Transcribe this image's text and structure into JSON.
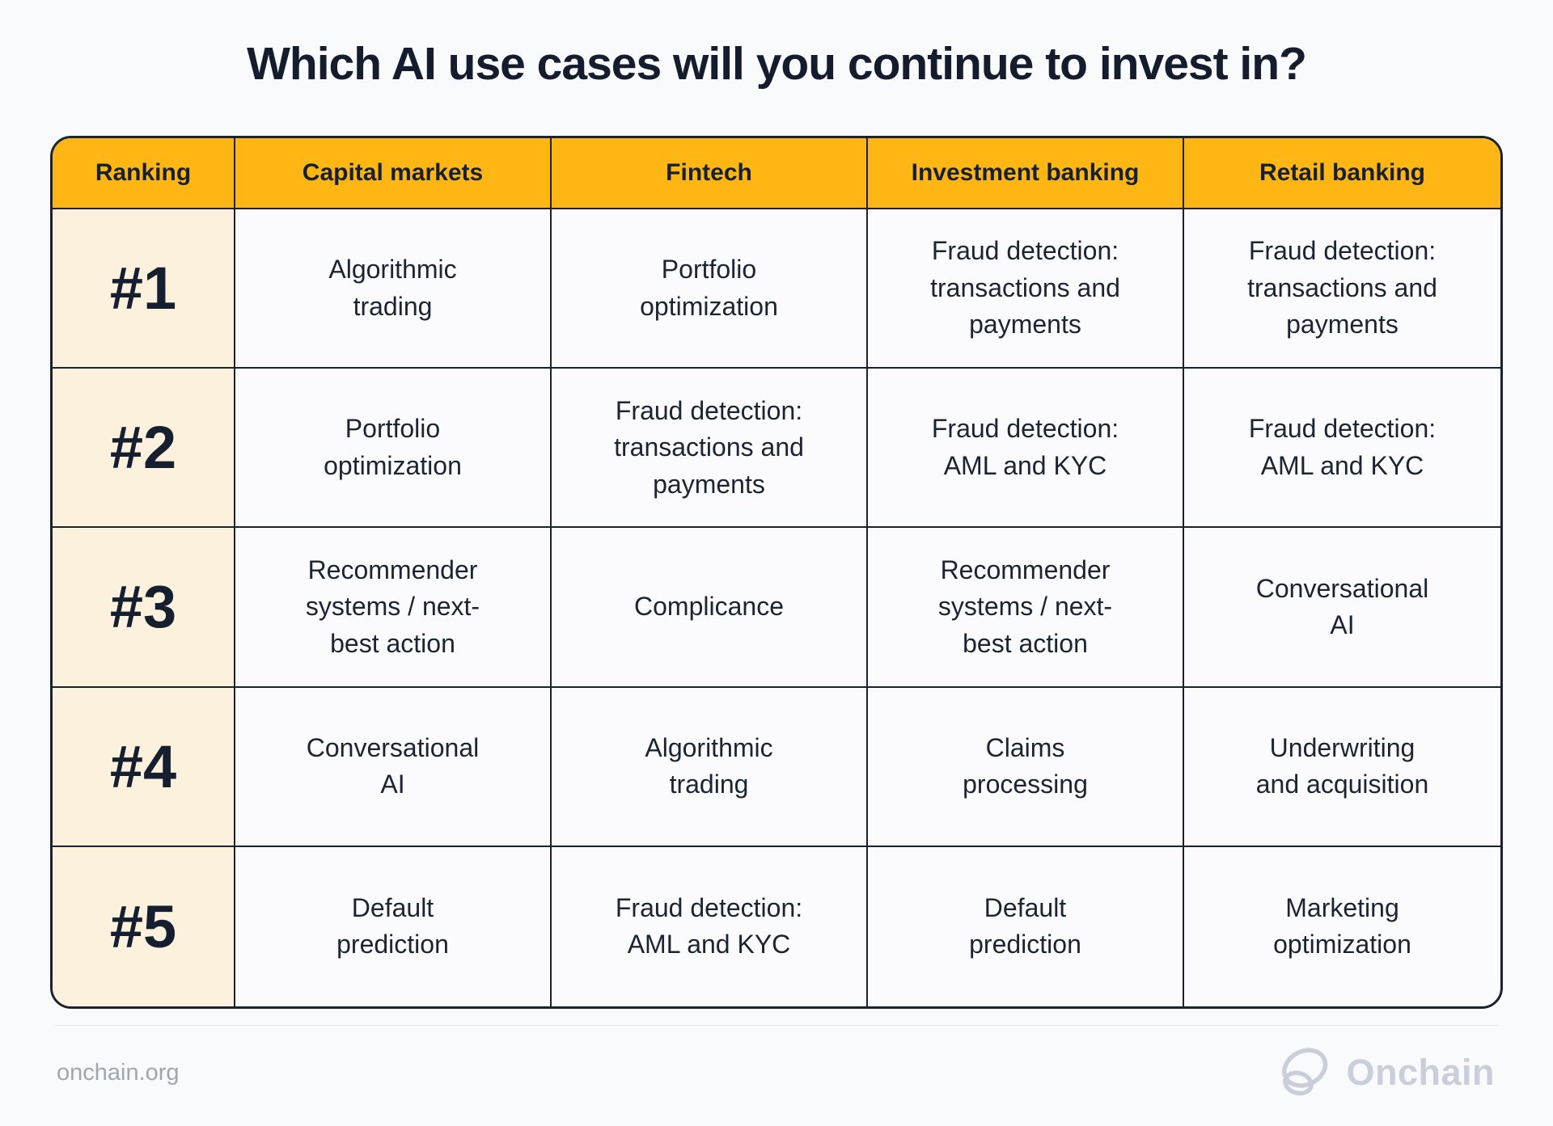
{
  "title": "Which AI use cases will you continue to invest in?",
  "chart_data": {
    "type": "table",
    "title": "Which AI use cases will you continue to invest in?",
    "columns": [
      "Ranking",
      "Capital markets",
      "Fintech",
      "Investment banking",
      "Retail banking"
    ],
    "rows": [
      [
        "#1",
        "Algorithmic trading",
        "Portfolio optimization",
        "Fraud detection: transactions and payments",
        "Fraud detection: transactions and payments"
      ],
      [
        "#2",
        "Portfolio optimization",
        "Fraud detection: transactions and payments",
        "Fraud detection: AML and KYC",
        "Fraud detection: AML and KYC"
      ],
      [
        "#3",
        "Recommender systems / next-best action",
        "Complicance",
        "Recommender systems / next-best action",
        "Conversational AI"
      ],
      [
        "#4",
        "Conversational AI",
        "Algorithmic trading",
        "Claims processing",
        "Underwriting and acquisition"
      ],
      [
        "#5",
        "Default prediction",
        "Fraud detection: AML and KYC",
        "Default prediction",
        "Marketing optimization"
      ]
    ]
  },
  "table": {
    "headers": [
      "Ranking",
      "Capital markets",
      "Fintech",
      "Investment banking",
      "Retail banking"
    ],
    "rows": [
      {
        "rank": "#1",
        "cells": [
          "Algorithmic\ntrading",
          "Portfolio\noptimization",
          "Fraud detection:\ntransactions and\npayments",
          "Fraud detection:\ntransactions and\npayments"
        ]
      },
      {
        "rank": "#2",
        "cells": [
          "Portfolio\noptimization",
          "Fraud detection:\ntransactions and\npayments",
          "Fraud detection:\nAML and KYC",
          "Fraud detection:\nAML and KYC"
        ]
      },
      {
        "rank": "#3",
        "cells": [
          "Recommender\nsystems / next-\nbest action",
          "Complicance",
          "Recommender\nsystems / next-\nbest action",
          "Conversational\nAI"
        ]
      },
      {
        "rank": "#4",
        "cells": [
          "Conversational\nAI",
          "Algorithmic\ntrading",
          "Claims\nprocessing",
          "Underwriting\nand acquisition"
        ]
      },
      {
        "rank": "#5",
        "cells": [
          "Default\nprediction",
          "Fraud detection:\nAML and KYC",
          "Default\nprediction",
          "Marketing\noptimization"
        ]
      }
    ]
  },
  "footer": {
    "site": "onchain.org",
    "brand": "Onchain",
    "logo_icon": "onchain-knot-icon"
  },
  "colors": {
    "header_bg": "#FDB614",
    "rank_column_bg": "#FBF1DC",
    "border": "#1A2230",
    "title_text": "#141C2E",
    "cell_text": "#1A2433",
    "page_bg": "#F9FAFB",
    "cell_bg": "#FBFBFD",
    "footer_text": "#9FA7B3",
    "brand_logo": "#C8CEDA"
  }
}
